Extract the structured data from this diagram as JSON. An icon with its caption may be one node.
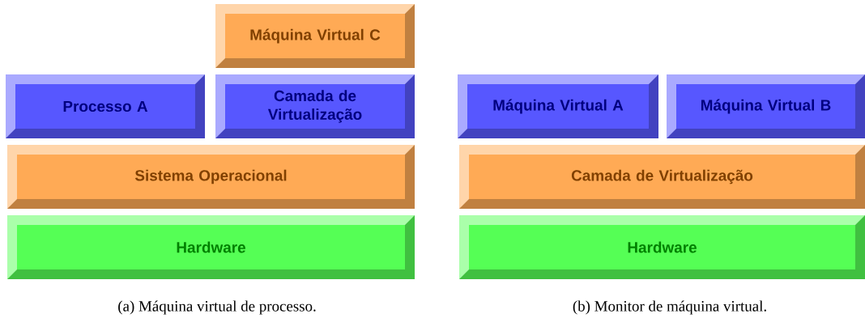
{
  "diagram": {
    "nodes": [
      {
        "text": [
          "Máquina Virtual C"
        ]
      },
      {
        "text": [
          "Processo A"
        ]
      },
      {
        "text": [
          "Camada de Virtualização"
        ]
      },
      {
        "text": [
          "Sistema Operacional"
        ]
      },
      {
        "text": [
          "Hardware"
        ]
      },
      {
        "text": [
          "Máquina Virtual A"
        ]
      },
      {
        "text": [
          "Máquina Virtual B"
        ]
      },
      {
        "text": [
          "Camada de Virtualização"
        ]
      },
      {
        "text": [
          "Hardware"
        ]
      }
    ],
    "labels": [
      "(a) Máquina virtual de processo.",
      "(b) Monitor de máquina virtual."
    ]
  }
}
